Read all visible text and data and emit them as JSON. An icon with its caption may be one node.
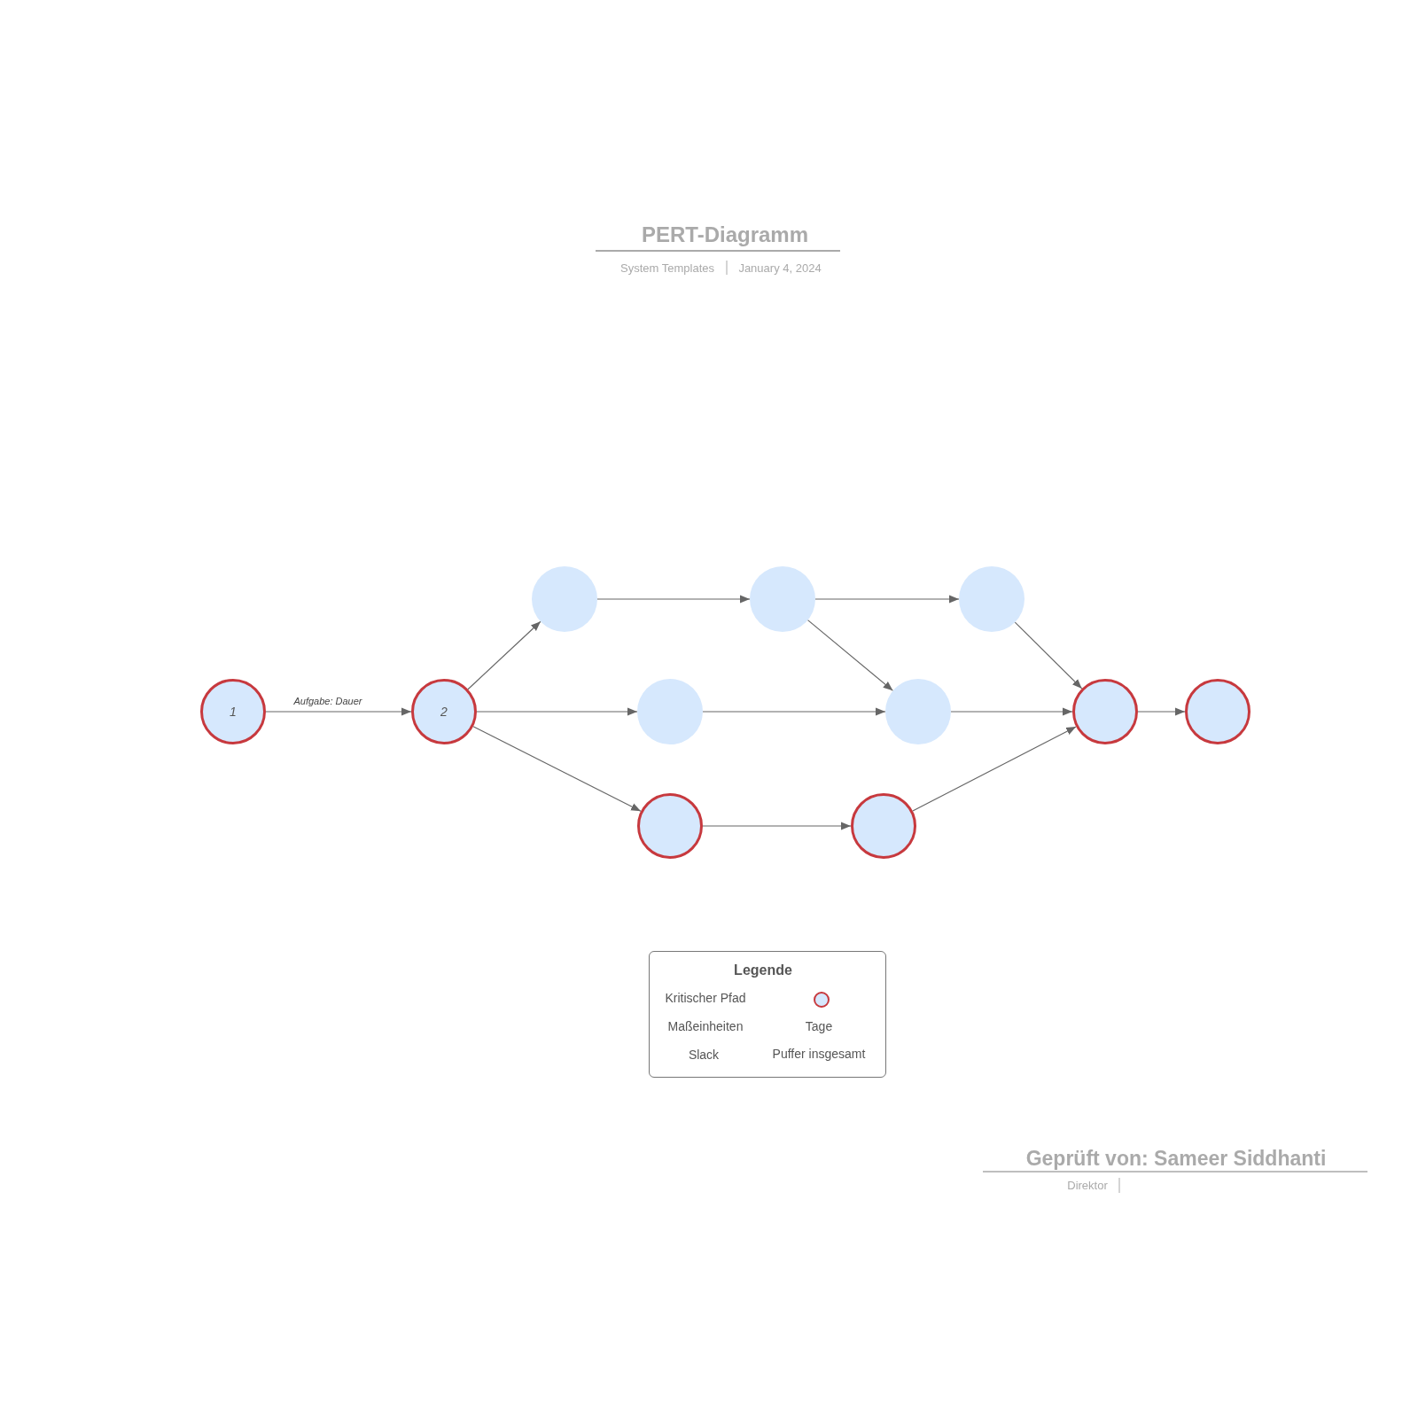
{
  "diagram": {
    "title": "PERT-Diagramm",
    "nodes": [
      {
        "text": [
          "1"
        ]
      },
      {
        "text": [
          "2"
        ]
      },
      {
        "text": [],
        "shape": "circle"
      },
      {
        "text": [],
        "shape": "circle"
      },
      {
        "text": [],
        "shape": "circle"
      },
      {
        "text": [],
        "shape": "circle"
      },
      {
        "text": [],
        "shape": "circle"
      },
      {
        "text": [],
        "shape": "circle"
      },
      {
        "text": [],
        "shape": "circle"
      },
      {
        "text": [],
        "shape": "circle"
      },
      {
        "text": [],
        "shape": "circle"
      }
    ],
    "edges": [
      {
        "from": 0,
        "to": 1,
        "arrow": "to",
        "label": "Aufgabe: Dauer"
      },
      {
        "from": 1,
        "to": 2,
        "arrow": "to"
      },
      {
        "from": 1,
        "to": 5,
        "arrow": "to"
      },
      {
        "from": 1,
        "to": 9,
        "arrow": "to"
      },
      {
        "from": 2,
        "to": 3,
        "arrow": "to"
      },
      {
        "from": 3,
        "to": 4,
        "arrow": "to"
      },
      {
        "from": 3,
        "to": 6,
        "arrow": "to"
      },
      {
        "from": 4,
        "to": 7,
        "arrow": "to"
      },
      {
        "from": 5,
        "to": 6,
        "arrow": "to"
      },
      {
        "from": 6,
        "to": 7,
        "arrow": "to"
      },
      {
        "from": 7,
        "to": 8,
        "arrow": "to"
      },
      {
        "from": 9,
        "to": 10,
        "arrow": "to"
      },
      {
        "from": 10,
        "to": 7,
        "arrow": "to"
      }
    ],
    "labels": [
      "System Templates",
      "January 4, 2024",
      "Legende",
      "Maßeinheiten",
      "Tage",
      "Slack",
      "Puffer insgesamt",
      "Geprüft von: Sameer Siddhanti",
      "Direktor"
    ],
    "legend": [
      {
        "text": "Kritischer Pfad",
        "color": "#c7393e"
      }
    ]
  }
}
